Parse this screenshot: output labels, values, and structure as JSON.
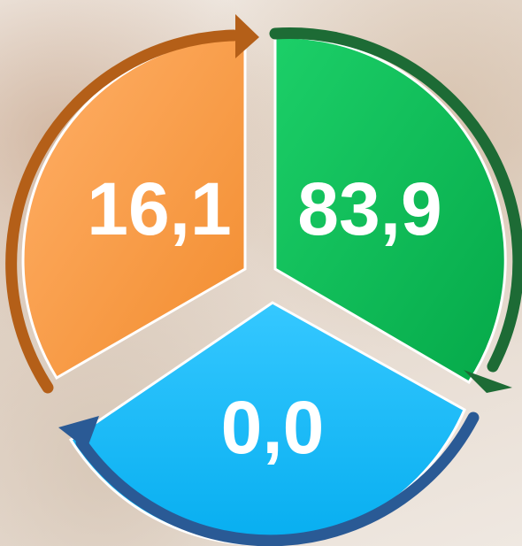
{
  "segments": [
    {
      "id": "orange",
      "value_label": "16,1",
      "color": "#f79a45",
      "arrow_color": "#b45f18"
    },
    {
      "id": "green",
      "value_label": "83,9",
      "color": "#0bbd58",
      "arrow_color": "#1d6b35"
    },
    {
      "id": "blue",
      "value_label": "0,0",
      "color": "#11b7f2",
      "arrow_color": "#2a5a95"
    }
  ]
}
